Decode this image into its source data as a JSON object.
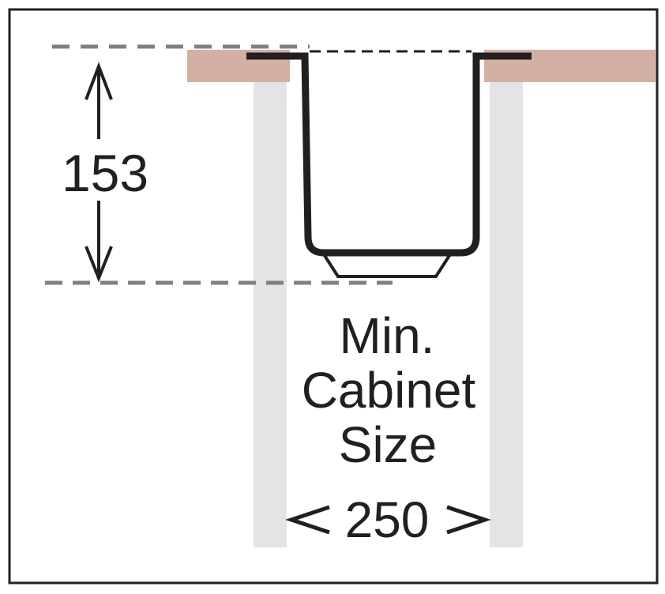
{
  "diagram": {
    "depth_value": "153",
    "width_value": "250",
    "label_line1": "Min.",
    "label_line2": "Cabinet",
    "label_line3": "Size"
  },
  "colors": {
    "frame": "#231f20",
    "worktop": "#d2b0a4",
    "cabinet_side": "#e3e4e6",
    "sink_outline": "#231f20",
    "guide_dash": "#808080",
    "text": "#231f20"
  }
}
